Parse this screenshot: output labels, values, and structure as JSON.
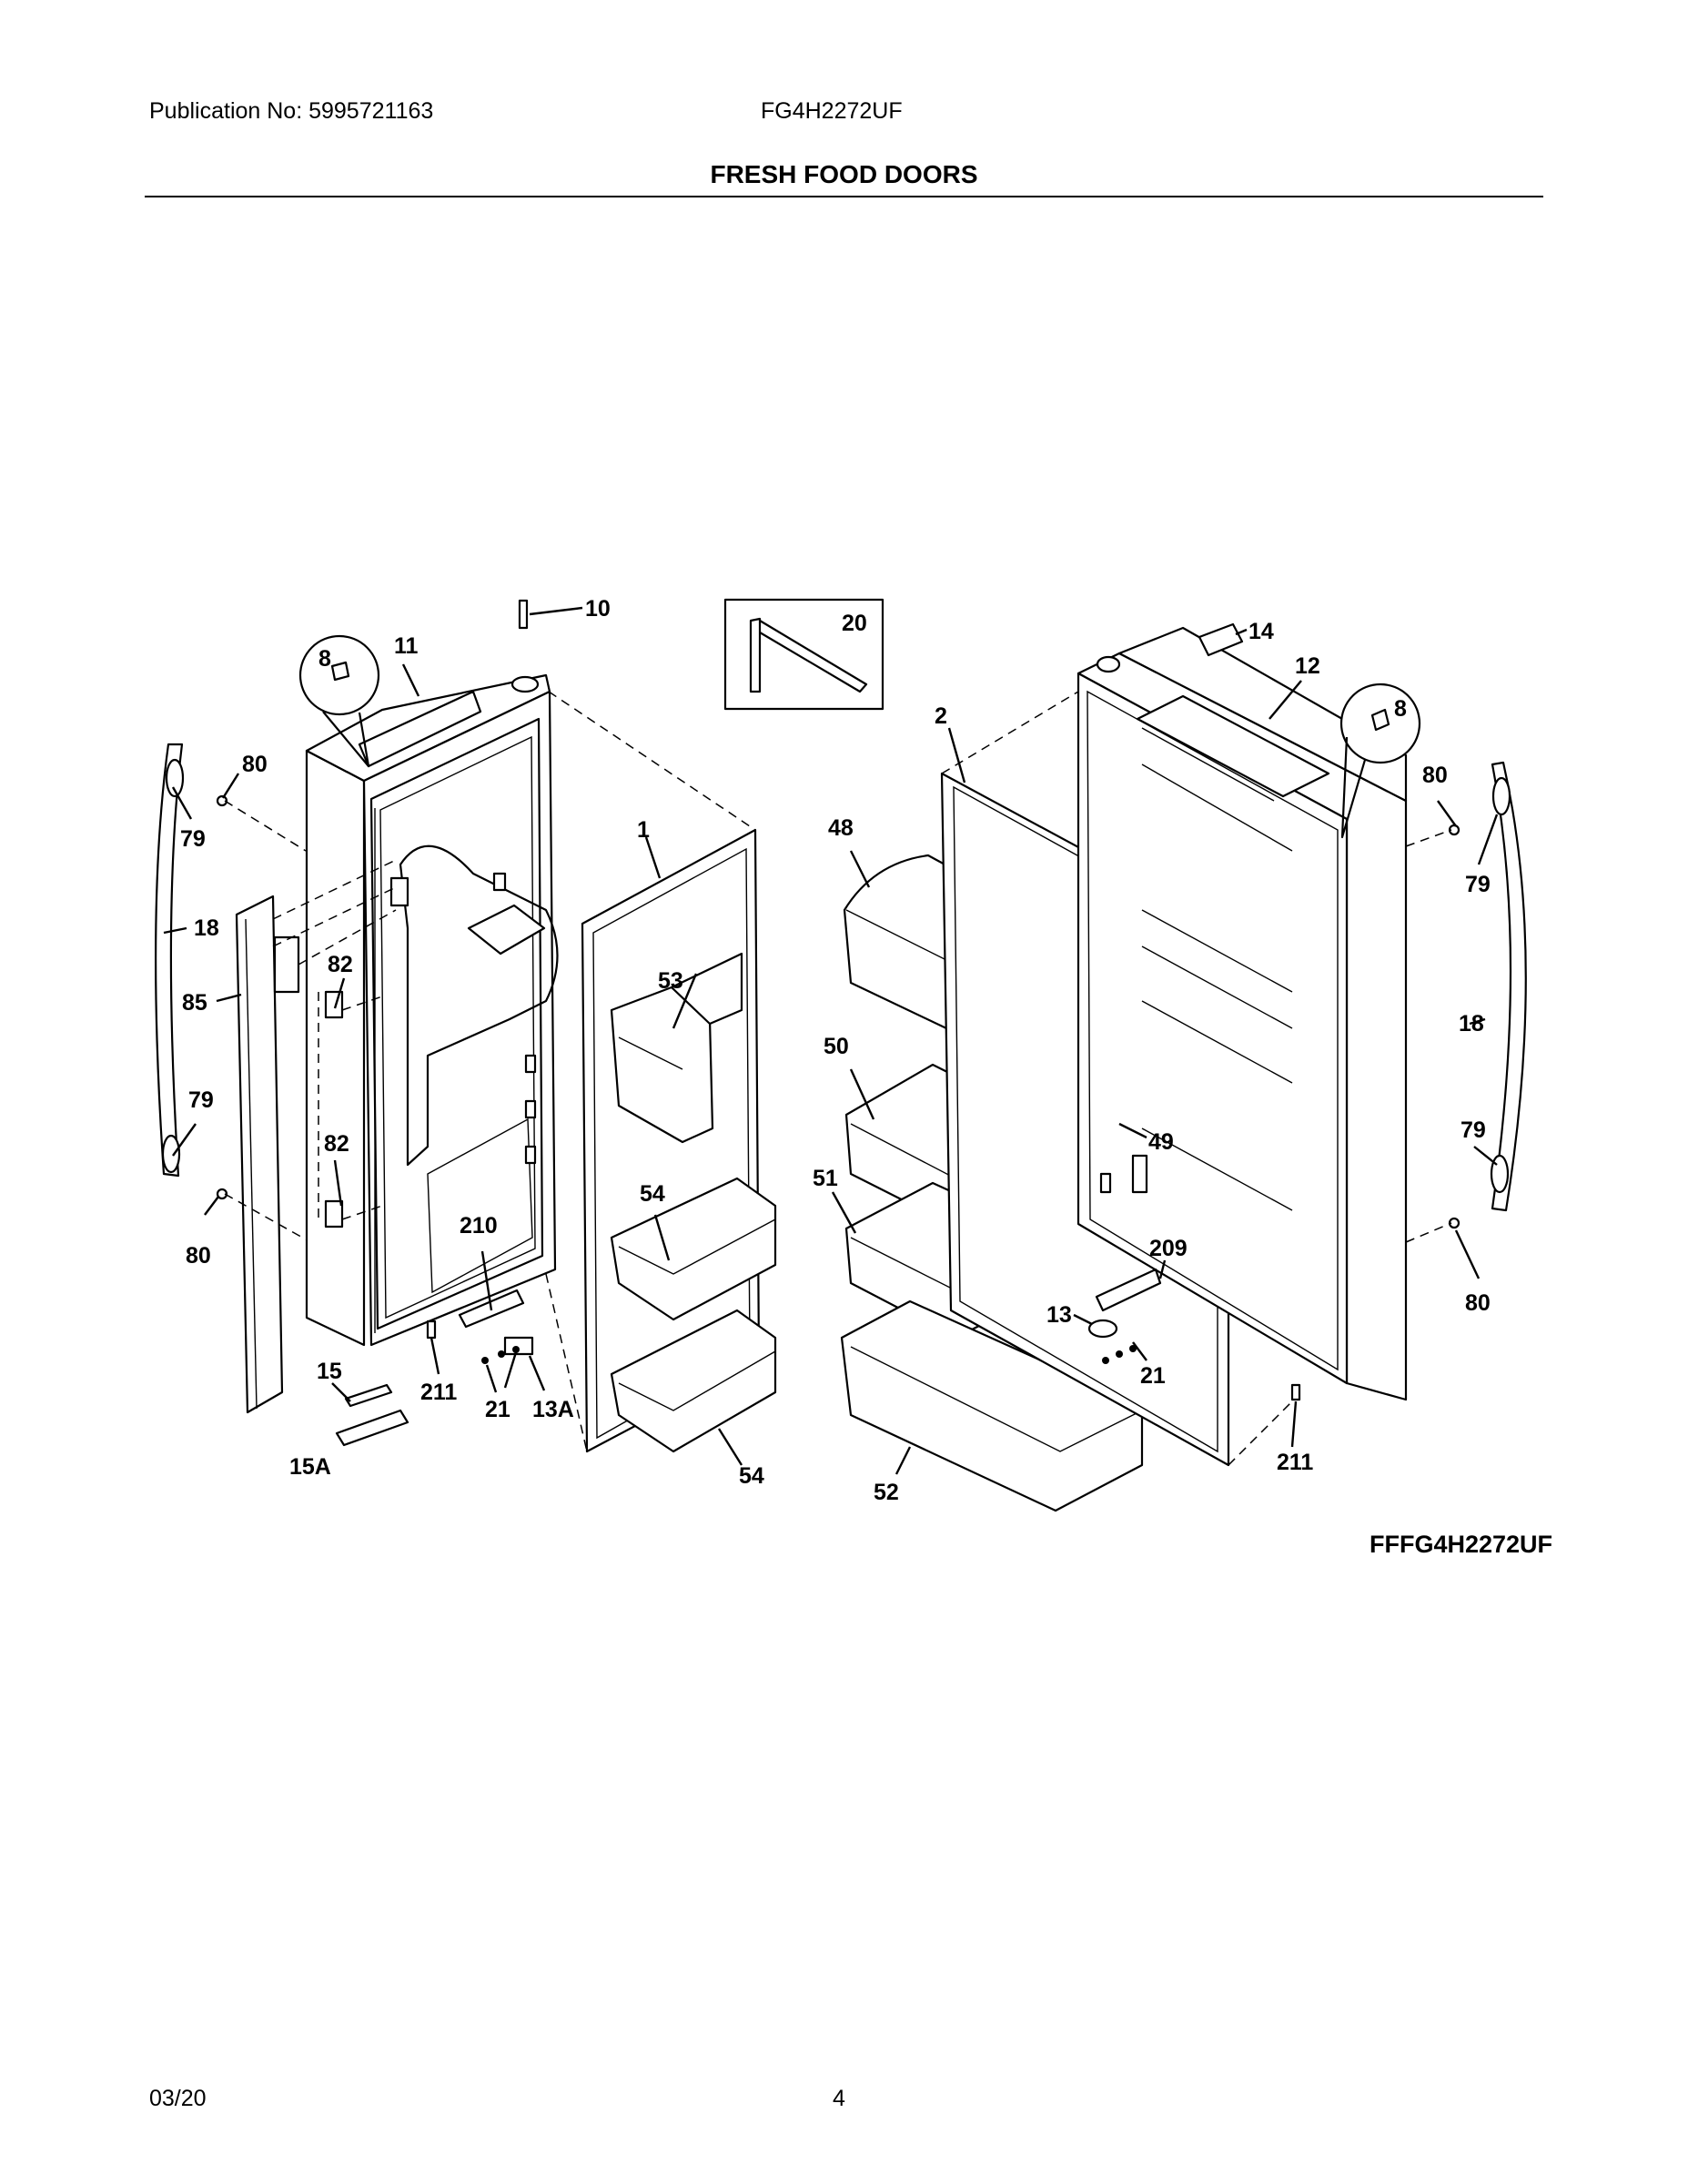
{
  "header": {
    "publication": "Publication No: 5995721163",
    "model": "FG4H2272UF",
    "title": "FRESH FOOD DOORS"
  },
  "diagram": {
    "part_labels": {
      "p10": "10",
      "p20": "20",
      "p14": "14",
      "p8a": "8",
      "p11": "11",
      "p12": "12",
      "p8b": "8",
      "p2": "2",
      "p80a": "80",
      "p79a": "79",
      "p1": "1",
      "p48": "48",
      "p80b": "80",
      "p79b": "79",
      "p18a": "18",
      "p85": "85",
      "p82a": "82",
      "p53": "53",
      "p50": "50",
      "p18b": "18",
      "p79c": "79",
      "p82b": "82",
      "p49": "49",
      "p79d": "79",
      "p51": "51",
      "p54a": "54",
      "p210": "210",
      "p80c": "80",
      "p209": "209",
      "p80d": "80",
      "p13": "13",
      "p15": "15",
      "p211a": "211",
      "p21a": "21",
      "p13A": "13A",
      "p21b": "21",
      "p15A": "15A",
      "p211b": "211",
      "p54b": "54",
      "p52": "52"
    },
    "diagram_code": "FFFG4H2272UF"
  },
  "footer": {
    "date": "03/20",
    "page": "4"
  }
}
